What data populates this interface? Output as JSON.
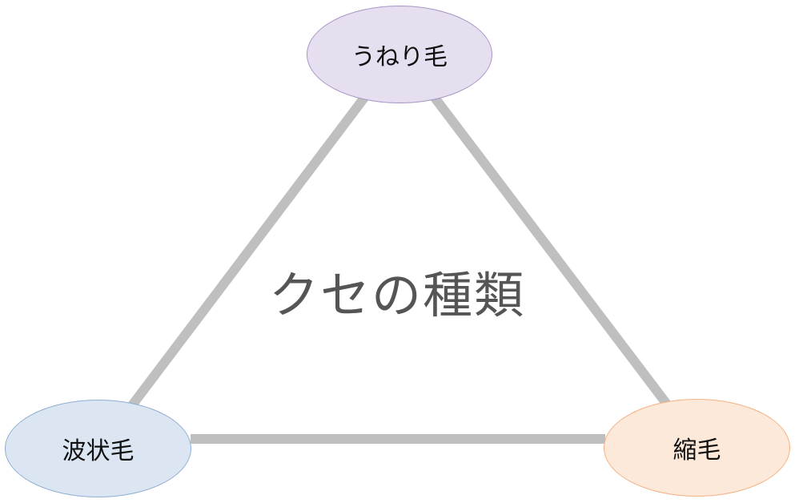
{
  "title": "クセの種類",
  "nodes": {
    "top": {
      "label": "うねり毛",
      "fill": "#e6dfef",
      "stroke": "#a995c6"
    },
    "left": {
      "label": "波状毛",
      "fill": "#dce6f2",
      "stroke": "#8eaed4"
    },
    "right": {
      "label": "縮毛",
      "fill": "#fde9d9",
      "stroke": "#f4b183"
    }
  },
  "edge_color": "#bfbfbf"
}
